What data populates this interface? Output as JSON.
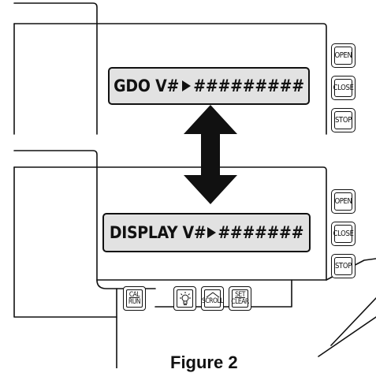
{
  "displays": {
    "gdo": {
      "prefix": "GDO V#",
      "code": "#########"
    },
    "display": {
      "prefix": "DISPLAY V#",
      "code": "#######"
    }
  },
  "side_buttons": {
    "open_label": "OPEN",
    "close_label": "CLOSE",
    "stop_label": "STOP"
  },
  "keypad": {
    "cal_label": "CAL",
    "run_label": "RUN",
    "scroll_label": "SCROLL",
    "set_label": "SET",
    "clear_label": "CLEAR"
  },
  "caption": "Figure 2"
}
